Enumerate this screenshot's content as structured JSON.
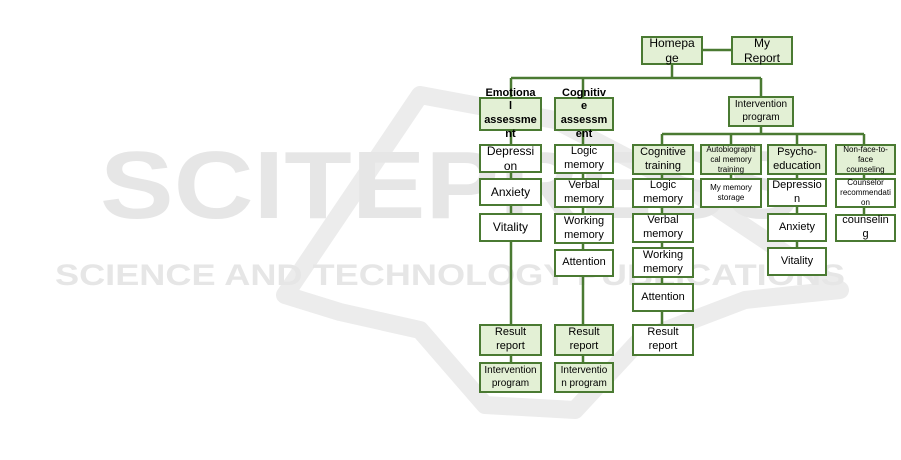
{
  "watermark": {
    "main": "SCITEPRESS",
    "sub": "SCIENCE AND TECHNOLOGY PUBLICATIONS",
    "color": "#e6e6e6"
  },
  "colors": {
    "line": "#4a7a32",
    "fill_green": "#e3f0d5",
    "fill_white": "#ffffff"
  },
  "nodes": {
    "homepage": "Homepage",
    "my_report": "My Report",
    "emotional_assessment": "Emotional assessment",
    "cognitive_assessment": "Cognitive assessment",
    "intervention_program": "Intervention program",
    "ea_depression": "Depression",
    "ea_anxiety": "Anxiety",
    "ea_vitality": "Vitality",
    "ea_result_report": "Result report",
    "ea_intervention_program": "Intervention program",
    "ca_logic_memory": "Logic memory",
    "ca_verbal_memory": "Verbal memory",
    "ca_working_memory": "Working memory",
    "ca_attention": "Attention",
    "ca_result_report": "Result report",
    "ca_intervention_program": "Intervention program",
    "cognitive_training": "Cognitive training",
    "ct_logic_memory": "Logic memory",
    "ct_verbal_memory": "Verbal memory",
    "ct_working_memory": "Working memory",
    "ct_attention": "Attention",
    "ct_result_report": "Result report",
    "autobiographical_memory_training": "Autobiographical memory training",
    "my_memory_storage": "My memory storage",
    "psycho_education": "Psycho-education",
    "pe_depression": "Depression",
    "pe_anxiety": "Anxiety",
    "pe_vitality": "Vitality",
    "non_face_to_face_counseling": "Non-face-to-face counseling",
    "counselor_recommendation": "Counselor recommendation",
    "counseling": "counseling"
  }
}
